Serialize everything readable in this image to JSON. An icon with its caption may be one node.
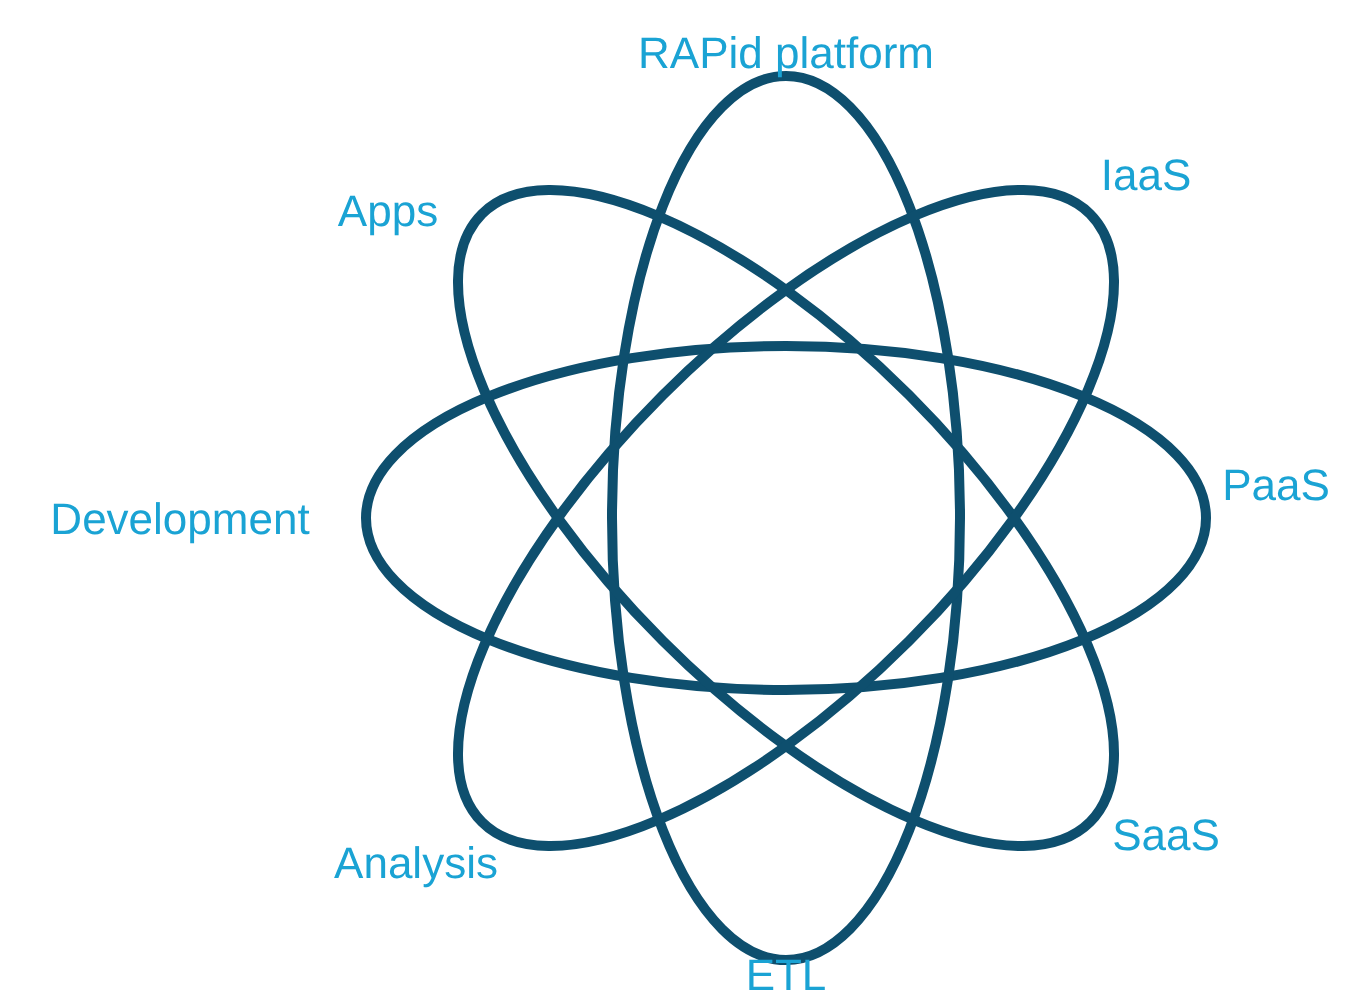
{
  "diagram": {
    "labels": [
      "RAPid platform",
      "Apps",
      "IaaS",
      "Development",
      "PaaS",
      "Analysis",
      "SaaS",
      "ETL"
    ]
  }
}
